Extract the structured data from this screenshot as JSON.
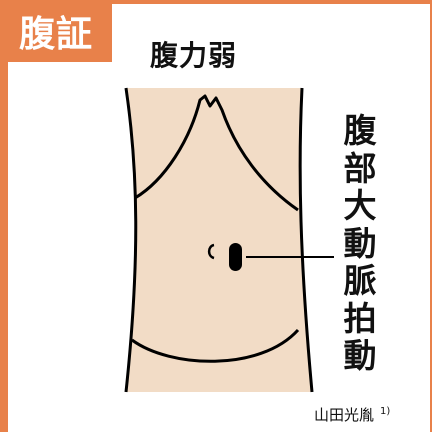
{
  "tag": "腹証",
  "title": "腹力弱",
  "label_chars": [
    "腹",
    "部",
    "大",
    "動",
    "脈",
    "拍",
    "動"
  ],
  "credit": {
    "name": "山田光胤",
    "ref": "1)"
  },
  "colors": {
    "accent": "#e8814a",
    "skin": "#f2dcc6",
    "outline": "#000000"
  }
}
